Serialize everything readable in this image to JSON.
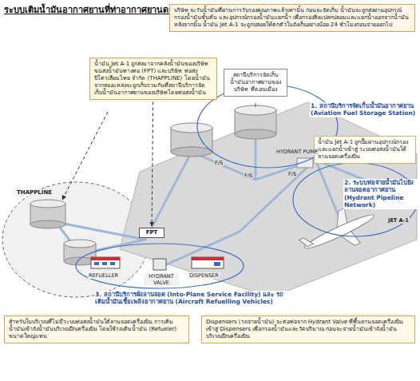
{
  "diagram": {
    "title": "ระบบเติมน้ำมันอากาศยานที่ท่าอากาศยานดอนเมือง",
    "nodes": [
      {
        "text": [
          "บริษัท จะรับน้ำมันที่ผ่านการรับรองคุณภาพแล้วเท่านั้น ก่อนจะจัดเก็บ น้ำมันจะถูกส่งผ่านอุปกรณ์กรองน้ำมันชั้นต้น และอุปกรณ์กรองน้ำมันแยกน้ำ เพื่อกรองสิ่งแปลกปลอมและแยกน้ำออกจากน้ำมัน หลังจากนั้น น้ำมัน Jet A-1 จะถูกปล่อยให้ตกตัวในถังเก็บอย่างน้อย 24 ชั่วโมงก่อนจ่ายออกไป"
        ]
      },
      {
        "text": [
          "น้ำมัน Jet A-1 ถูกส่งมาจากคลังน้ำมันของบริษัท ขนส่งน้ำมันทางท่อ (FPT) และบริษัท ท่อส่งปิโตรเลียมไทย จำกัด (THAPPLINE) โดยน้ำมันจากสองแหล่งจะถูกเก็บรวมกันที่สถานีบริการจัดเก็บน้ำมันอากาศยานของบริษัทโดยท่อส่งน้ำมัน"
        ]
      },
      {
        "text": [
          "สถานีบริการจัดเก็บน้ำมันอากาศยานของบริษัท ที่ดอนเมือง"
        ]
      },
      {
        "text": [
          "น้ำมัน Jet A-1 ถูกปั๊มผ่านอุปกรณ์กรองและแยกน้ำเข้าสู่ ระบบท่อส่งน้ำมันใต้ลานจอดเครื่องบิน"
        ]
      },
      {
        "text": [
          "FPT"
        ]
      },
      {
        "text": [
          "สำหรับในบริเวณที่ไม่มีระบบท่อส่งน้ำมันใต้ลานจอดเครื่องบิน การเติมน้ำมันเข้าถังน้ำมันบริเวณปีกเครื่องบิน โดยใช้รถเติมน้ำมัน (Refueler) ขนาดใหญ่แทน"
        ]
      },
      {
        "text": [
          "Dispensers (รถจ่ายน้ำมัน) จะต่อท่อจาก Hydrant Valve ที่พื้นลานจอดเครื่องบิน เข้าสู่ Dispensers เพื่อกรองน้ำมันและวัดปริมาณ ก่อนจะจ่ายน้ำมันเข้าถังน้ำมันบริเวณปีกเครื่องบิน"
        ]
      }
    ],
    "edges": [
      {
        "from": 1,
        "to": 4,
        "arrow": "to"
      }
    ],
    "labels": [
      "1. สถานีบริการจัดเก็บน้ำมันอากาศยาน (Aviation Fuel Storage Station)",
      "2. ระบบท่อจ่ายน้ำมันไปยังลานจอดอากาศยาน (Hydrant Pipeline Network)",
      "3. สถานีบริการฝั่งลานจอด (Into-Plane Service Facility) และ รถเติมน้ำมันเชื้อเพลิงอากาศยาน (Aircraft Refuelling Vehicles)",
      "THAPPLINE",
      "F/S",
      "F/S",
      "F/S",
      "HYDRANT PUMP",
      "JET A-1",
      "REFUELLER",
      "HYDRANT VALVE",
      "DISPENSER"
    ]
  }
}
